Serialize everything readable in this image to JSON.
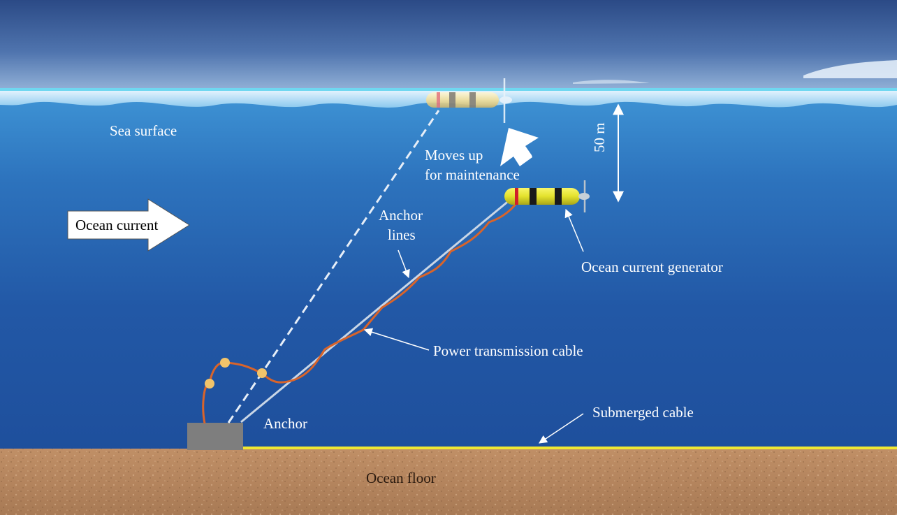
{
  "labels": {
    "sea_surface": "Sea surface",
    "moves_up_line1": "Moves up",
    "moves_up_line2": "for maintenance",
    "depth": "50 m",
    "ocean_current": "Ocean current",
    "anchor_lines_line1": "Anchor",
    "anchor_lines_line2": "lines",
    "generator": "Ocean current generator",
    "power_cable": "Power transmission cable",
    "submerged_cable": "Submerged cable",
    "anchor": "Anchor",
    "ocean_floor": "Ocean floor"
  },
  "colors": {
    "sky_top": "#2d4f8e",
    "sky_bottom": "#8fb0d6",
    "water_top": "#3a8cd0",
    "water_deep": "#1f4f9a",
    "floor": "#b7875f",
    "cable_orange": "#d9642a",
    "submerged_cable": "#f0e832",
    "generator_yellow": "#e8e632",
    "anchor_block": "#7f7f7f",
    "float_buoy": "#f2c46a"
  }
}
